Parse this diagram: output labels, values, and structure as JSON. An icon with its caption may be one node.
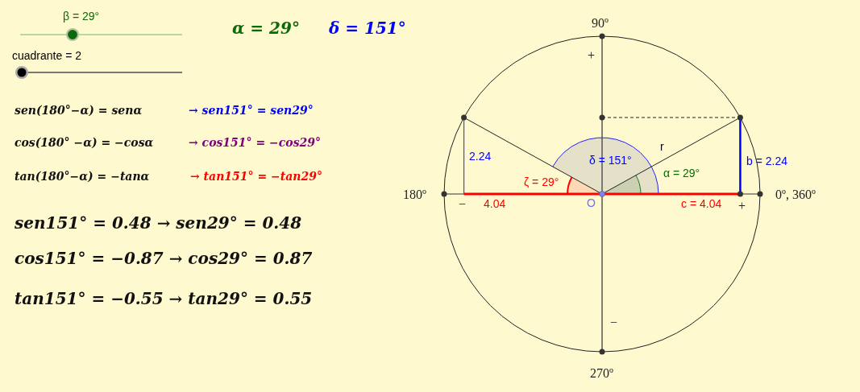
{
  "diagram": {
    "labels": [
      "β = 29°",
      "α = 29°",
      "δ = 151°",
      "90º",
      "cuadrante = 2",
      "+",
      "sen(180°−α) = senα",
      "→ sen151° = sen29°",
      "cos(180° −α) = −cosα",
      "→ cos151° = −cos29°",
      "r",
      "2.24",
      "δ = 151°",
      "b = 2.24",
      "tan(180°−α) = −tanα",
      "→ tan151° = −tan29°",
      "α = 29°",
      "ζ = 29°",
      "180º",
      "−",
      "4.04",
      "O",
      "c = 4.04",
      "+",
      "0º, 360º",
      "sen151° = 0.48 → sen29° = 0.48",
      "cos151° = −0.87 → cos29° = 0.87",
      "tan151° = −0.55 → tan29° = 0.55",
      "−",
      "270º"
    ]
  }
}
